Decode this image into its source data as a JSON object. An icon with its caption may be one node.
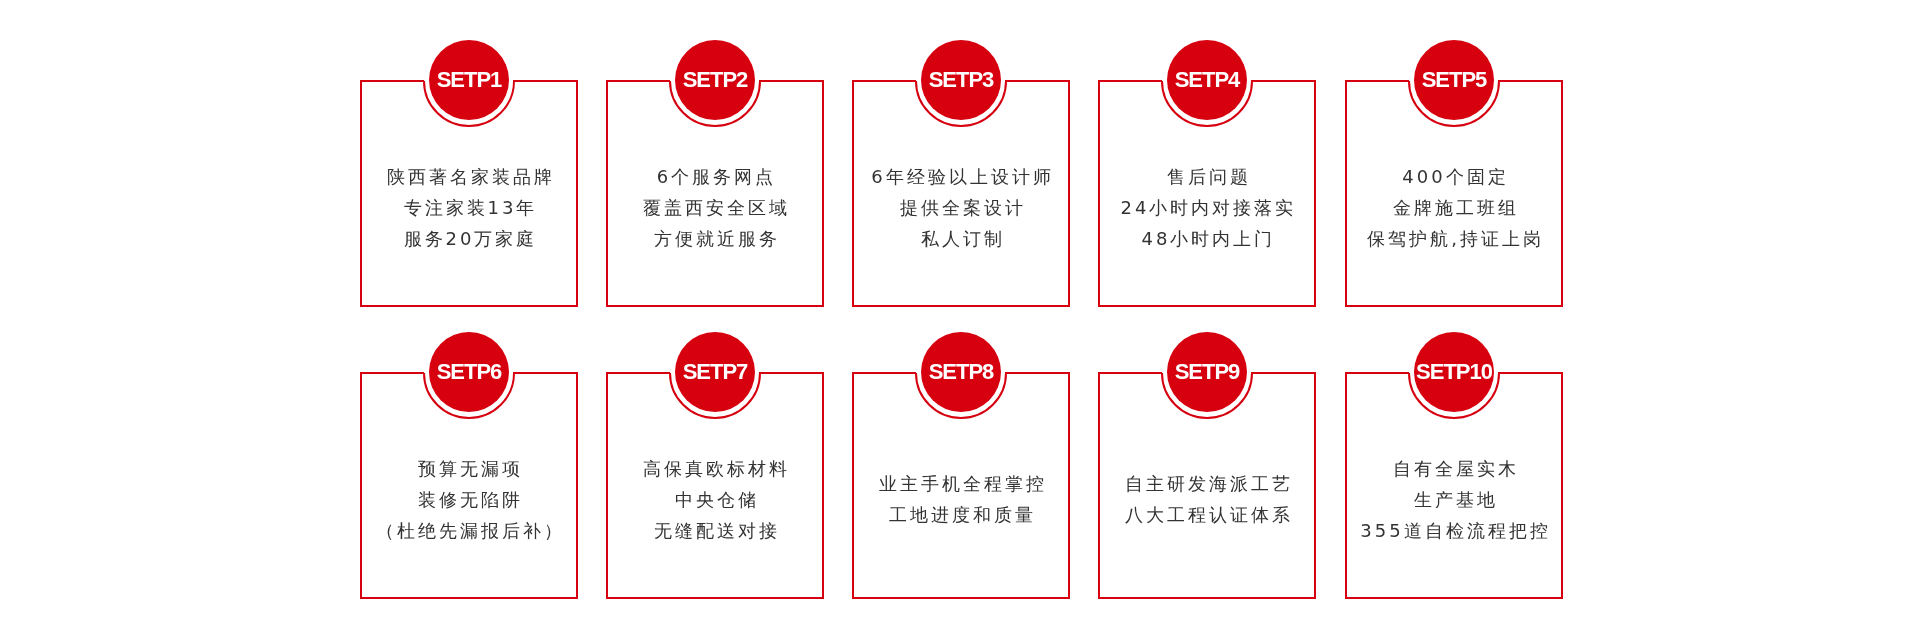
{
  "diagram": {
    "nodes": [
      {
        "text": [
          "SETP1",
          "陕西著名家装品牌",
          "专注家装13年",
          "服务20万家庭"
        ]
      },
      {
        "text": [
          "SETP2",
          "6个服务网点",
          "覆盖西安全区域",
          "方便就近服务"
        ]
      },
      {
        "text": [
          "SETP3",
          "6年经验以上设计师",
          "提供全案设计",
          "私人订制"
        ]
      },
      {
        "text": [
          "SETP4",
          "售后问题",
          "24小时内对接落实",
          "48小时内上门"
        ]
      },
      {
        "text": [
          "SETP5",
          "400个固定",
          "金牌施工班组",
          "保驾护航,持证上岗"
        ]
      },
      {
        "text": [
          "SETP6",
          "预算无漏项",
          "装修无陷阱",
          "（杜绝先漏报后补）"
        ]
      },
      {
        "text": [
          "SETP7",
          "高保真欧标材料",
          "中央仓储",
          "无缝配送对接"
        ]
      },
      {
        "text": [
          "SETP8",
          "业主手机全程掌控",
          "工地进度和质量"
        ]
      },
      {
        "text": [
          "SETP9",
          "自主研发海派工艺",
          "八大工程认证体系"
        ]
      },
      {
        "text": [
          "SETP10",
          "自有全屋实木",
          "生产基地",
          "355道自检流程把控"
        ]
      }
    ]
  }
}
